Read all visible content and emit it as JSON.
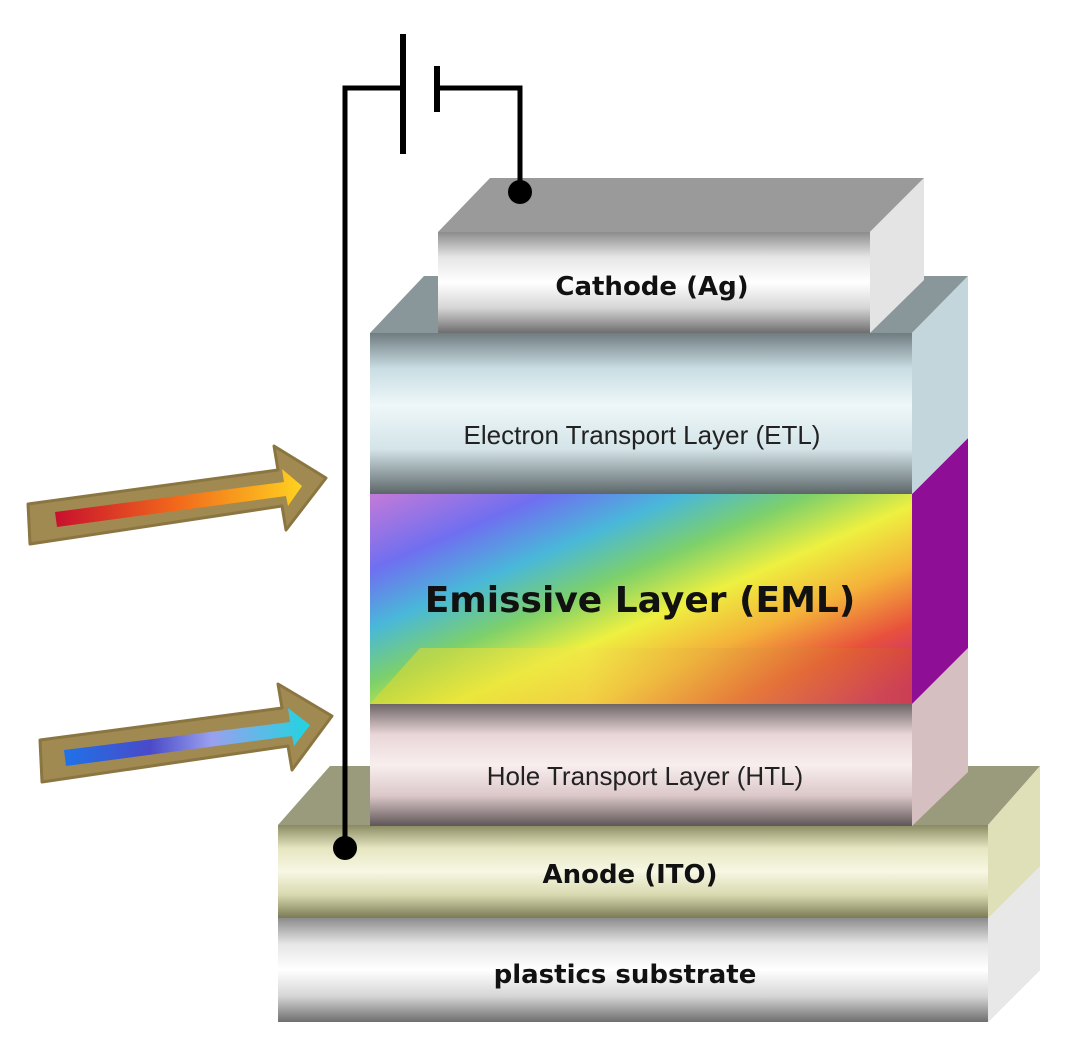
{
  "layers": {
    "cathode": {
      "label": "Cathode (Ag)"
    },
    "etl": {
      "label": "Electron Transport Layer (ETL)"
    },
    "eml": {
      "label": "Emissive Layer (EML)"
    },
    "htl": {
      "label": "Hole Transport Layer (HTL)"
    },
    "anode": {
      "label": "Anode (ITO)"
    },
    "substrate": {
      "label": "plastics substrate"
    }
  },
  "colors": {
    "arrow_outline": "#a08a52",
    "wire": "#000000"
  }
}
